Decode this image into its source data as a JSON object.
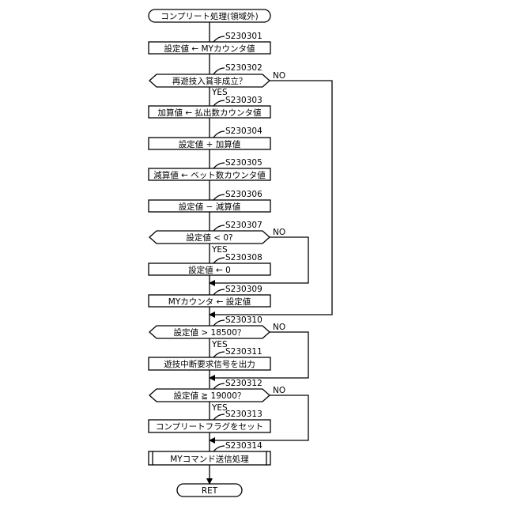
{
  "flowchart": {
    "start": "コンプリート処理(領域外)",
    "end": "RET",
    "yes_label": "YES",
    "no_label": "NO",
    "steps": [
      {
        "id": "S230301",
        "type": "process",
        "text": "設定値 ← MYカウンタ値"
      },
      {
        "id": "S230302",
        "type": "decision",
        "text": "再遊技入賞非成立？"
      },
      {
        "id": "S230303",
        "type": "process",
        "text": "加算値 ← 払出数カウンタ値"
      },
      {
        "id": "S230304",
        "type": "process",
        "text": "設定値 + 加算値"
      },
      {
        "id": "S230305",
        "type": "process",
        "text": "減算値 ← ベット数カウンタ値"
      },
      {
        "id": "S230306",
        "type": "process",
        "text": "設定値 − 減算値"
      },
      {
        "id": "S230307",
        "type": "decision",
        "text": "設定値 < 0?"
      },
      {
        "id": "S230308",
        "type": "process",
        "text": "設定値 ← 0"
      },
      {
        "id": "S230309",
        "type": "process",
        "text": "MYカウンタ ← 設定値"
      },
      {
        "id": "S230310",
        "type": "decision",
        "text": "設定値 > 18500？"
      },
      {
        "id": "S230311",
        "type": "process",
        "text": "遊技中断要求信号を出力"
      },
      {
        "id": "S230312",
        "type": "decision",
        "text": "設定値 ≧ 19000？"
      },
      {
        "id": "S230313",
        "type": "process",
        "text": "コンプリートフラグをセット"
      },
      {
        "id": "S230314",
        "type": "subroutine",
        "text": "MYコマンド送信処理"
      }
    ]
  }
}
